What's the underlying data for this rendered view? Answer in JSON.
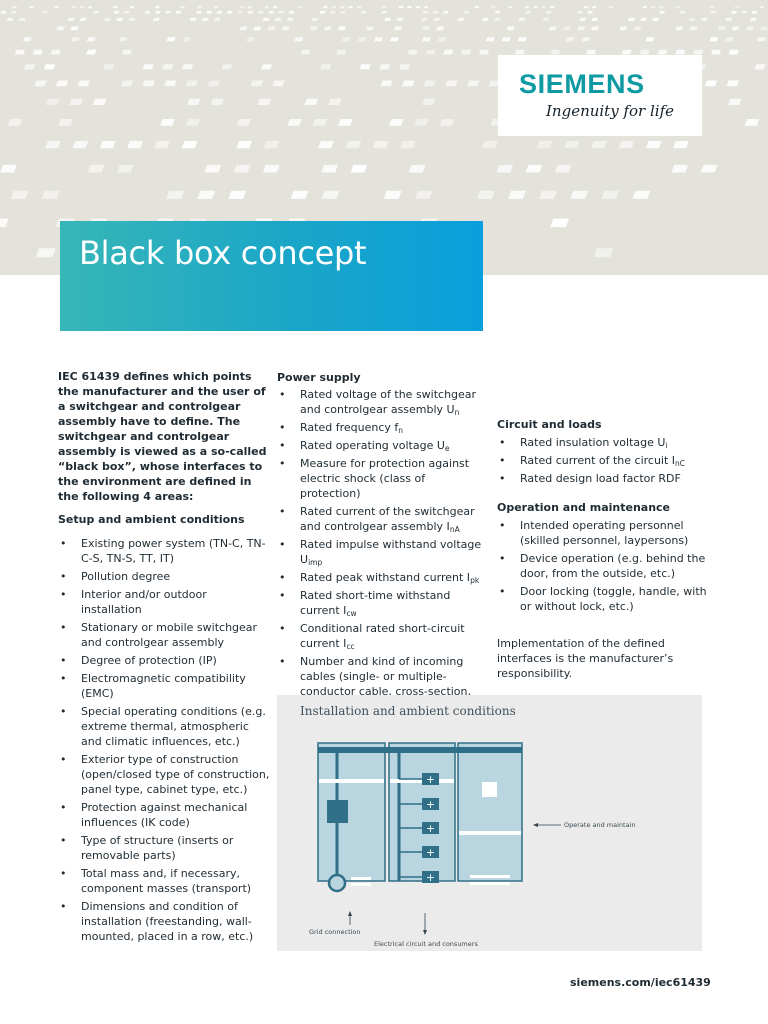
{
  "brand": {
    "wordmark": "SIEMENS",
    "tagline": "Ingenuity for life",
    "color": "#0e9aa3"
  },
  "title": "Black box concept",
  "intro": "IEC 61439 defines which points the manufacturer and the user of a switchgear and controlgear assembly have to define. The switchgear and controlgear assembly is viewed as a so-called “black box”, whose interfaces to the environment are defined in the following 4 areas:",
  "sections": {
    "setup": {
      "heading": "Setup and ambient conditions",
      "items": [
        "Existing power system (TN-C, TN-C-S, TN-S, TT, IT)",
        "Pollution degree",
        "Interior and/or outdoor installation",
        "Stationary or mobile switchgear and controlgear assembly",
        "Degree of protection (IP)",
        "Electromagnetic compatibility (EMC)",
        "Special operating conditions (e.g. extreme thermal, atmospheric and climatic influences, etc.)",
        "Exterior type of construction (open/closed type of construction, panel type, cabinet type, etc.)",
        "Protection against mechanical influences (IK code)",
        "Type of structure (inserts or removable parts)",
        "Total mass and, if necessary, component masses (transport)",
        "Dimensions and condition of installation (freestanding, wall-mounted, placed in a row, etc.)"
      ]
    },
    "power": {
      "heading": "Power supply",
      "items": [
        {
          "text": "Rated voltage of the switchgear and controlgear assembly U",
          "sub": "n"
        },
        {
          "text": "Rated frequency f",
          "sub": "n"
        },
        {
          "text": "Rated operating voltage U",
          "sub": "e"
        },
        {
          "text": "Measure for protection against electric shock (class of protection)",
          "sub": ""
        },
        {
          "text": "Rated current of the switchgear and controlgear assembly I",
          "sub": "nA"
        },
        {
          "text": "Rated impulse withstand voltage U",
          "sub": "imp"
        },
        {
          "text": "Rated peak withstand current I",
          "sub": "pk"
        },
        {
          "text": "Rated short-time withstand current I",
          "sub": "cw"
        },
        {
          "text": "Conditional rated short-circuit current I",
          "sub": "cc"
        },
        {
          "text": "Number and kind of incoming cables (single- or multiple-conductor cable, cross-section, conductor material, connection type)",
          "sub": ""
        }
      ]
    },
    "circuit": {
      "heading": "Circuit and loads",
      "items": [
        {
          "text": "Rated insulation voltage U",
          "sub": "i"
        },
        {
          "text": "Rated current of the circuit I",
          "sub": "nC"
        },
        {
          "text": "Rated design load factor RDF",
          "sub": ""
        }
      ]
    },
    "operation": {
      "heading": "Operation and maintenance",
      "items": [
        "Intended operating personnel (skilled personnel, laypersons)",
        "Device operation (e.g. behind the door, from the outside, etc.)",
        "Door locking (toggle, handle, with or without lock, etc.)"
      ]
    }
  },
  "closing": "Implementation of the defined interfaces is the manufacturer’s responsibility.",
  "diagram": {
    "title": "Installation and ambient conditions",
    "labels": {
      "operate": "Operate and maintain",
      "grid": "Grid connection",
      "circuit": "Electrical circuit and consumers"
    }
  },
  "footer_url": "siemens.com/iec61439"
}
